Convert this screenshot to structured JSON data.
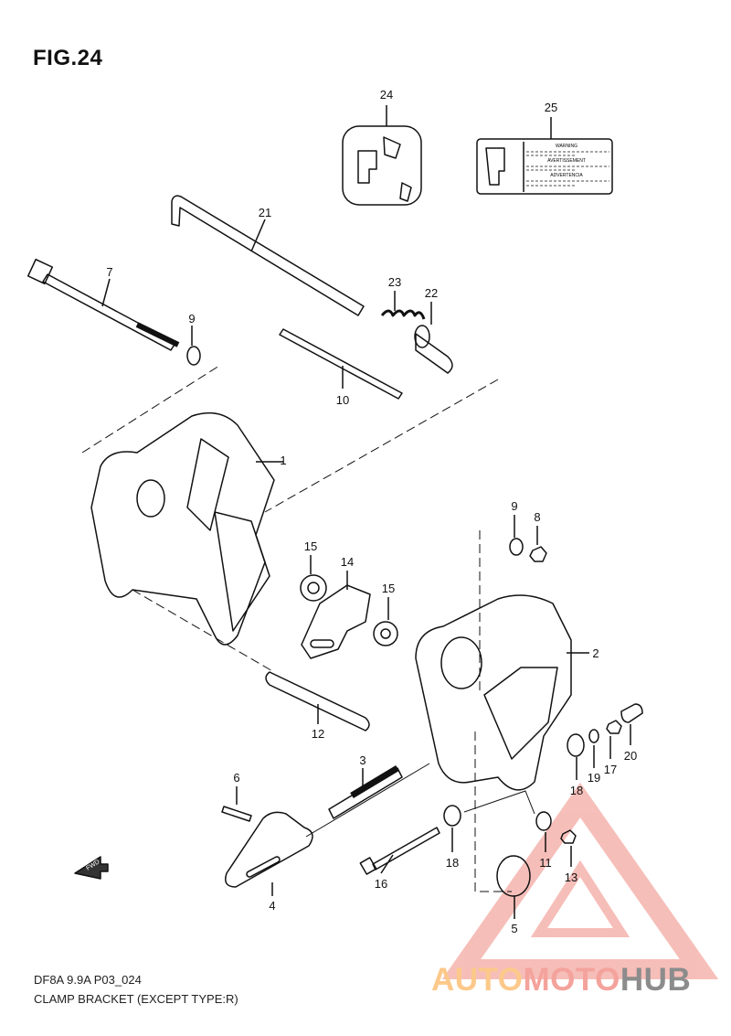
{
  "figure": {
    "title": "FIG.24"
  },
  "footer": {
    "model": "DF8A 9.9A P03_024",
    "caption": "CLAMP BRACKET (EXCEPT TYPE:R)"
  },
  "fwd_label": "FWD",
  "caution_label": {
    "lines": [
      "WARNING",
      "AVERTISSEMENT",
      "ADVERTENCIA"
    ]
  },
  "callouts": [
    "24",
    "25",
    "21",
    "7",
    "9",
    "23",
    "22",
    "10",
    "1",
    "9",
    "8",
    "15",
    "14",
    "15",
    "2",
    "12",
    "3",
    "6",
    "18",
    "19",
    "17",
    "20",
    "18",
    "11",
    "13",
    "16",
    "4",
    "5"
  ],
  "watermark": {
    "part1": "AUTO",
    "part2": "MOTO",
    "part3": "HUB",
    "colors": {
      "auto": "#fcc98a",
      "moto": "#f4a39c",
      "hub": "#8c8c8c"
    }
  }
}
